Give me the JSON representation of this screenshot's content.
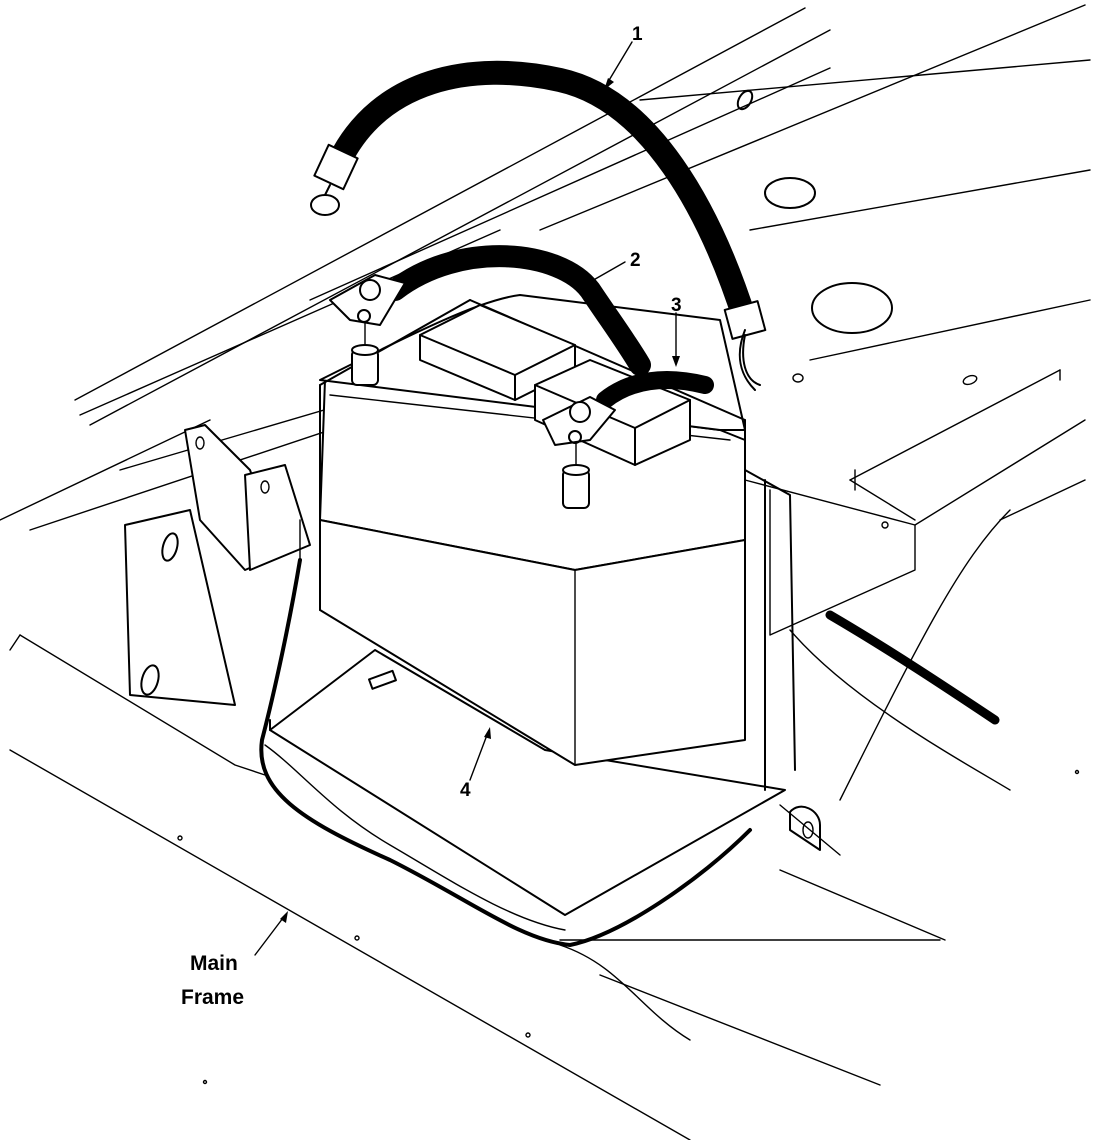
{
  "diagram": {
    "callouts": [
      {
        "id": "1",
        "text": "1"
      },
      {
        "id": "2",
        "text": "2"
      },
      {
        "id": "3",
        "text": "3"
      },
      {
        "id": "4",
        "text": "4"
      }
    ],
    "labels": {
      "main_frame_line1": "Main",
      "main_frame_line2": "Frame"
    }
  }
}
